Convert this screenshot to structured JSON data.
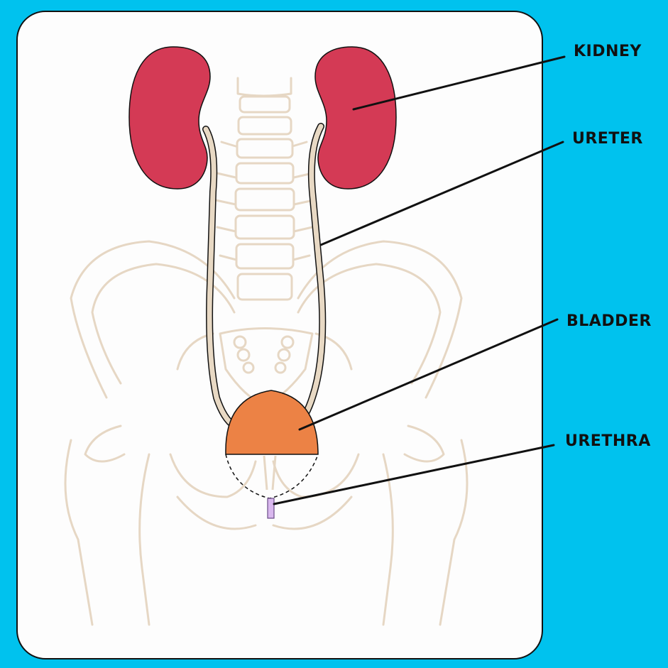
{
  "colors": {
    "background": "#00c2ee",
    "panel": "#fdfdfd",
    "kidney": "#d43a55",
    "ureter": "#e8d9c4",
    "bladder": "#ec8245",
    "urethra": "#d9b8ee",
    "bone": "#e6d7c4",
    "leader": "#111111"
  },
  "labels": {
    "kidney": "KIDNEY",
    "ureter": "URETER",
    "bladder": "BLADDER",
    "urethra": "URETHRA"
  }
}
